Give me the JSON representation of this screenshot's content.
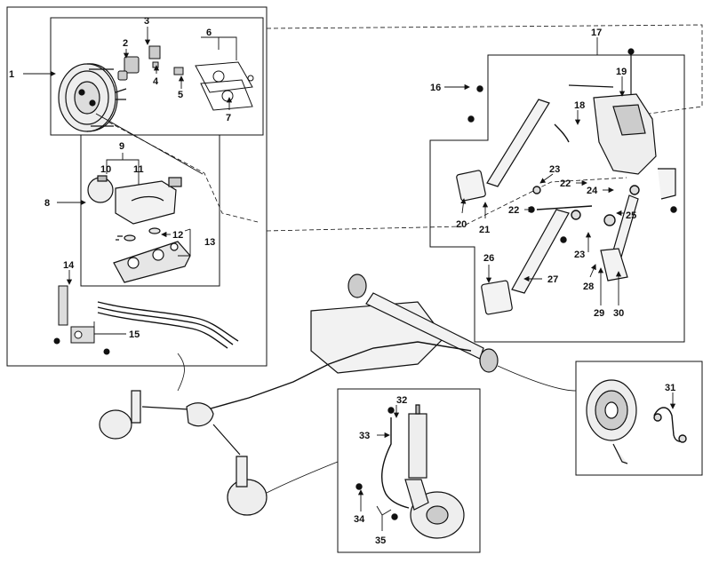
{
  "callouts": [
    "1",
    "2",
    "3",
    "4",
    "5",
    "6",
    "7",
    "8",
    "9",
    "10",
    "11",
    "12",
    "13",
    "14",
    "15",
    "16",
    "17",
    "18",
    "19",
    "20",
    "21",
    "22",
    "22",
    "23",
    "23",
    "24",
    "25",
    "26",
    "27",
    "28",
    "29",
    "30",
    "31",
    "32",
    "33",
    "34",
    "35"
  ],
  "colors": {
    "ink": "#111111",
    "paper": "#ffffff"
  }
}
